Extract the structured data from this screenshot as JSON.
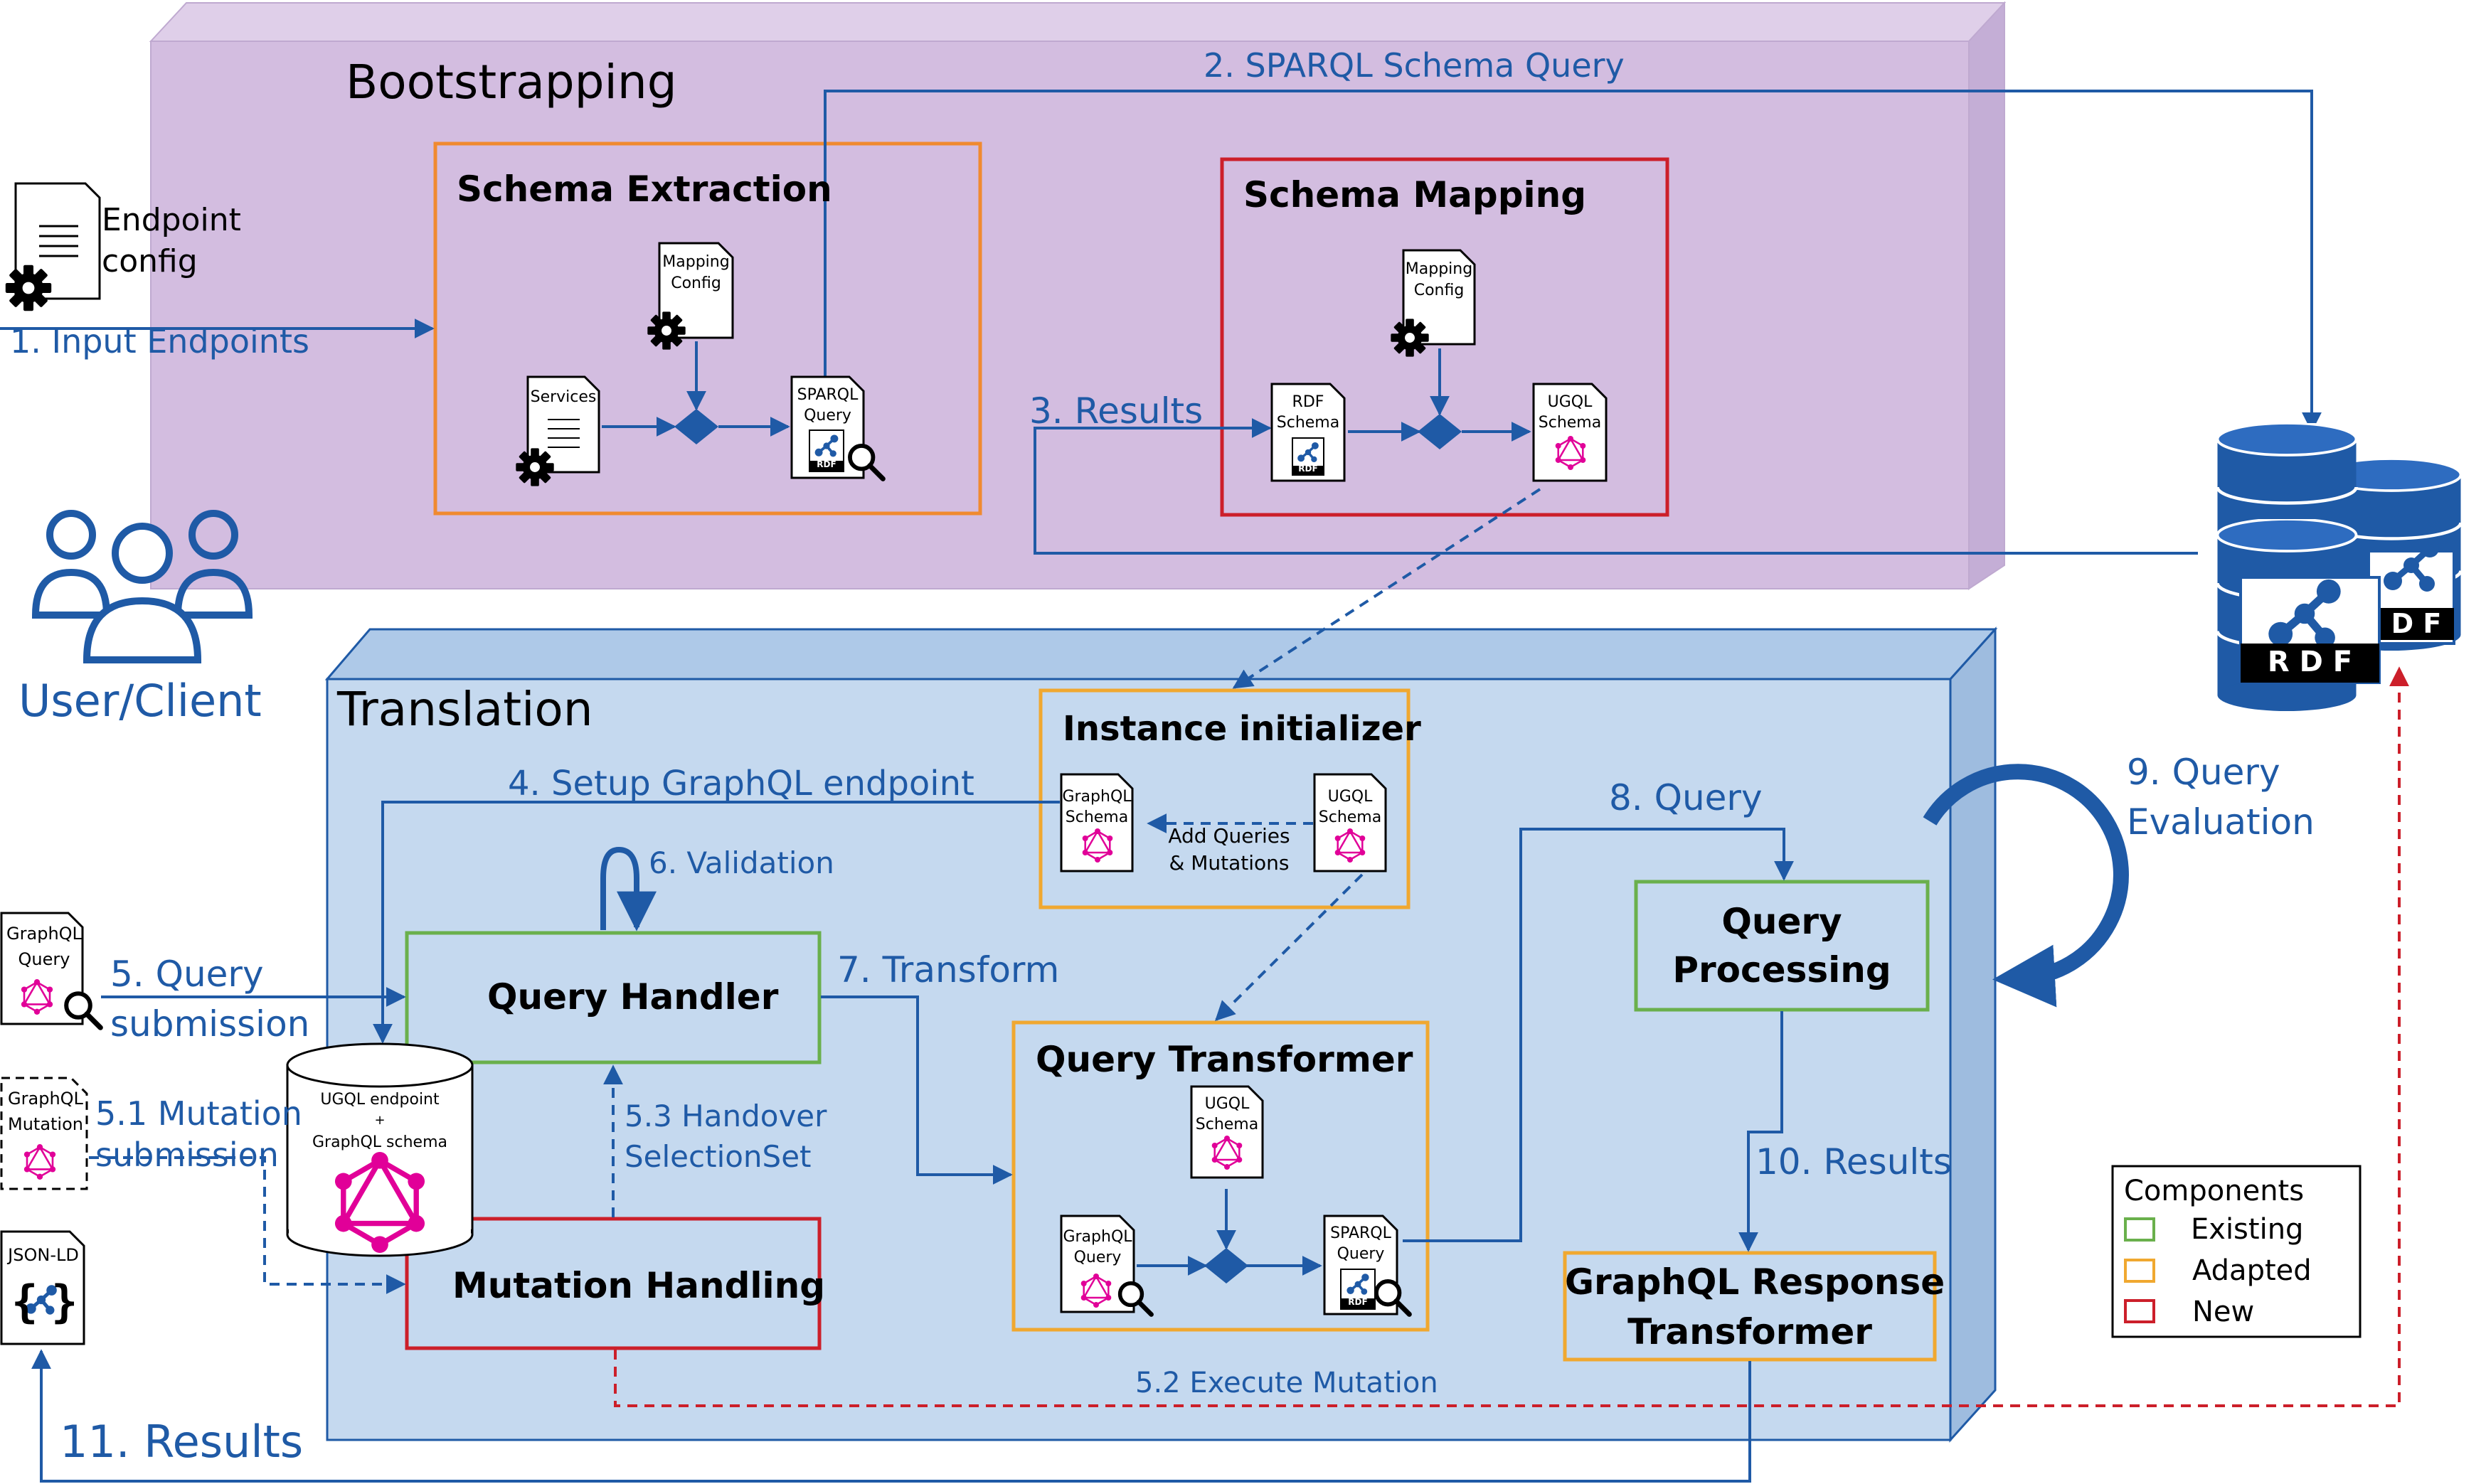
{
  "sections": {
    "bootstrapping": "Bootstrapping",
    "translation": "Translation"
  },
  "components": {
    "schema_extraction": "Schema  Extraction",
    "schema_mapping": "Schema Mapping",
    "instance_initializer": "Instance initializer",
    "query_handler": "Query Handler",
    "mutation_handling": "Mutation Handling",
    "query_transformer": "Query Transformer",
    "query_processing_1": "Query",
    "query_processing_2": "Processing",
    "graphql_response_transformer_1": "GraphQL Response",
    "graphql_response_transformer_2": "Transformer"
  },
  "documents": {
    "endpoint_config_1": "Endpoint",
    "endpoint_config_2": "config",
    "mapping_config_1": "Mapping",
    "mapping_config_2": "Config",
    "services": "Services",
    "sparql_query_1": "SPARQL",
    "sparql_query_2": "Query",
    "rdf_schema_1": "RDF",
    "rdf_schema_2": "Schema",
    "ugql_schema_1": "UGQL",
    "ugql_schema_2": "Schema",
    "graphql_schema_1": "GraphQL",
    "graphql_schema_2": "Schema",
    "graphql_query_1": "GraphQL",
    "graphql_query_2": "Query",
    "graphql_mutation_1": "GraphQL",
    "graphql_mutation_2": "Mutation",
    "json_ld": "JSON-LD",
    "rdf_mini": "RDF",
    "rdf_big": "R D F",
    "rdf_big_back": "D F",
    "ugql_endpoint_1": "UGQL endpoint",
    "ugql_endpoint_2": "+",
    "ugql_endpoint_3": "GraphQL schema",
    "add_queries_1": "Add Queries",
    "add_queries_2": "& Mutations"
  },
  "steps": {
    "s1": "1. Input Endpoints",
    "s2": "2. SPARQL Schema Query",
    "s3": "3. Results",
    "s4": "4. Setup GraphQL endpoint",
    "s5_1": "5. Query",
    "s5_2": "submission",
    "s51_1": "5.1 Mutation",
    "s51_2": "submission",
    "s52": "5.2 Execute Mutation",
    "s53_1": "5.3 Handover",
    "s53_2": "SelectionSet",
    "s6": "6. Validation",
    "s7": "7. Transform",
    "s8": "8. Query",
    "s9_1": "9. Query",
    "s9_2": "Evaluation",
    "s10": "10. Results",
    "s11": "11. Results"
  },
  "actor": {
    "label": "User/Client"
  },
  "legend": {
    "title": "Components",
    "items": [
      {
        "label": "Existing",
        "color": "#6ab04c"
      },
      {
        "label": "Adapted",
        "color": "#f0a830"
      },
      {
        "label": "New",
        "color": "#cc1f2a"
      }
    ]
  },
  "colors": {
    "arrow_blue": "#1f5aa6",
    "mutation_red": "#cc1f2a",
    "bootstrap_fill": "#d3bde0",
    "translation_fill": "#c5d9ef",
    "graphql_pink": "#e10098",
    "db_blue": "#1f5aa6"
  }
}
